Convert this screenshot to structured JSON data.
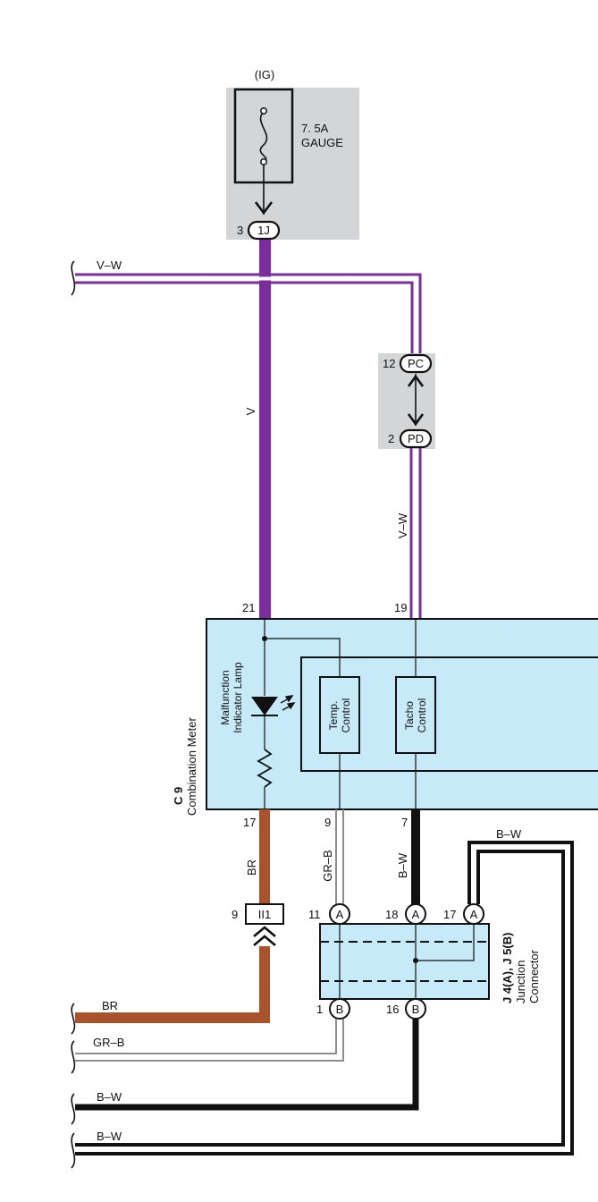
{
  "colors": {
    "violet": "#7b2d9c",
    "brown": "#a9532c",
    "black": "#111111",
    "gray_wire": "#8d8d8d",
    "meter_fill": "#c6eaf8",
    "shade": "#d4d5d7"
  },
  "fuse": {
    "circuit": "(IG)",
    "rating": "7. 5A",
    "name": "GAUGE",
    "connector": "1J",
    "pin": "3"
  },
  "joint_pc": {
    "connector": "PC",
    "pin": "12"
  },
  "joint_pd": {
    "connector": "PD",
    "pin": "2"
  },
  "wires": {
    "v_w_top": "V–W",
    "v_main": "V",
    "v_w_vertical": "V–W",
    "br": "BR",
    "gr_b": "GR–B",
    "b_w": "B–W",
    "b_w_right": "B–W",
    "br_left": "BR",
    "gr_b_left": "GR–B",
    "b_w_left_1": "B–W",
    "b_w_left_2": "B–W"
  },
  "meter": {
    "code": "C 9",
    "name": "Combination Meter",
    "pin_21": "21",
    "pin_19": "19",
    "pin_17": "17",
    "pin_9": "9",
    "pin_7": "7",
    "lamp_line1": "Malfunction",
    "lamp_line2": "Indicator Lamp",
    "temp_line1": "Temp.",
    "temp_line2": "Control",
    "tacho_line1": "Tacho",
    "tacho_line2": "Control"
  },
  "connector_ii1": {
    "connector": "II1",
    "pin": "9"
  },
  "junction": {
    "code": "J 4(A), J 5(B)",
    "name_line1": "Junction",
    "name_line2": "Connector",
    "pin_a11": "11",
    "pin_a18": "18",
    "pin_a17": "17",
    "pin_b1": "1",
    "pin_b16": "16",
    "letter_a": "A",
    "letter_b": "B"
  }
}
